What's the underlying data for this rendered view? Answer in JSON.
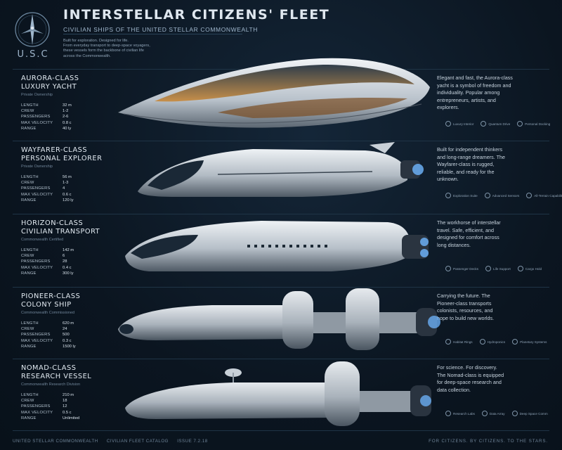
{
  "header": {
    "emblem_letters": "U.S.C",
    "title": "INTERSTELLAR CITIZENS' FLEET",
    "subtitle": "CIVILIAN SHIPS OF THE UNITED STELLAR COMMONWEALTH",
    "intro": [
      "Built for exploration. Designed for life.",
      "From everyday transport to deep-space voyagers,",
      "these vessels form the backbone of civilian life",
      "across the Commonwealth."
    ]
  },
  "spec_labels": [
    "LENGTH",
    "CREW",
    "PASSENGERS",
    "MAX VELOCITY",
    "RANGE"
  ],
  "ships": [
    {
      "name": [
        "AURORA-CLASS",
        "LUXURY YACHT"
      ],
      "sub": "Private Ownership",
      "specs": [
        "32 m",
        "1-2",
        "2-6",
        "0.8 c",
        "40 ly"
      ],
      "desc": [
        "Elegant and fast, the Aurora-class",
        "yacht is a symbol of freedom and",
        "individuality. Popular among",
        "entrepreneurs, artists, and",
        "explorers."
      ],
      "features": [
        "Luxury Interior",
        "Quantum Drive",
        "Personal Docking"
      ]
    },
    {
      "name": [
        "WAYFARER-CLASS",
        "PERSONAL EXPLORER"
      ],
      "sub": "Private Ownership",
      "specs": [
        "56 m",
        "1-3",
        "4",
        "0.6 c",
        "120 ly"
      ],
      "desc": [
        "Built for independent thinkers",
        "and long-range dreamers. The",
        "Wayfarer-class is rugged,",
        "reliable, and ready for the",
        "unknown."
      ],
      "features": [
        "Exploration Suite",
        "Advanced Sensors",
        "All-Terrain Capability"
      ]
    },
    {
      "name": [
        "HORIZON-CLASS",
        "CIVILIAN TRANSPORT"
      ],
      "sub": "Commonwealth Certified",
      "specs": [
        "142 m",
        "6",
        "28",
        "0.4 c",
        "300 ly"
      ],
      "desc": [
        "The workhorse of interstellar",
        "travel. Safe, efficient, and",
        "designed for comfort across",
        "long distances."
      ],
      "features": [
        "Passenger Decks",
        "Life Support",
        "Cargo Hold"
      ]
    },
    {
      "name": [
        "PIONEER-CLASS",
        "COLONY SHIP"
      ],
      "sub": "Commonwealth Commissioned",
      "specs": [
        "620 m",
        "24",
        "500",
        "0.3 c",
        "1500 ly"
      ],
      "desc": [
        "Carrying the future. The",
        "Pioneer-class transports",
        "colonists, resources, and",
        "hope to build new worlds."
      ],
      "features": [
        "Habitat Rings",
        "Hydroponics",
        "Planetary Systems"
      ]
    },
    {
      "name": [
        "NOMAD-CLASS",
        "RESEARCH VESSEL"
      ],
      "sub": "Commonwealth Research Division",
      "specs": [
        "210 m",
        "18",
        "12",
        "0.5 c",
        "Unlimited"
      ],
      "desc": [
        "For science. For discovery.",
        "The Nomad-class is equipped",
        "for deep-space research and",
        "data collection."
      ],
      "features": [
        "Research Labs",
        "Data Array",
        "Deep Space Comm"
      ]
    }
  ],
  "footer": {
    "left": [
      "UNITED STELLAR COMMONWEALTH",
      "CIVILIAN FLEET CATALOG",
      "ISSUE 7.2.18"
    ],
    "right": "FOR CITIZENS. BY CITIZENS. TO THE STARS."
  },
  "colors": {
    "background": "#0b1520",
    "hull": "#d7dde3",
    "window_glow": "#c98a3c",
    "engine_glow": "#6fb6ff",
    "text_primary": "#e3ebf2",
    "text_muted": "#6f8498"
  }
}
